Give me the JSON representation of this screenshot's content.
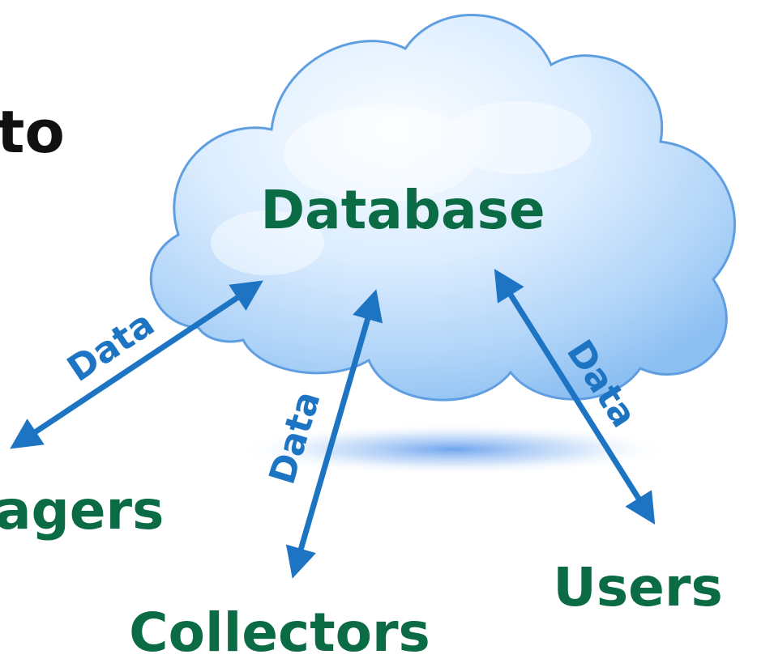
{
  "heading_fragment": "to",
  "nodes": {
    "center": "Database",
    "left": "agers",
    "bottom": "Collectors",
    "right": "Users"
  },
  "arrow_label": "Data",
  "colors": {
    "node_text": "#0a6b45",
    "heading_text": "#111111",
    "arrow": "#1d74c3",
    "cloud_light": "#eef6ff",
    "cloud_mid": "#b7d9fb",
    "cloud_edge": "#5f9ee0",
    "shadow": "#4a8de8"
  }
}
